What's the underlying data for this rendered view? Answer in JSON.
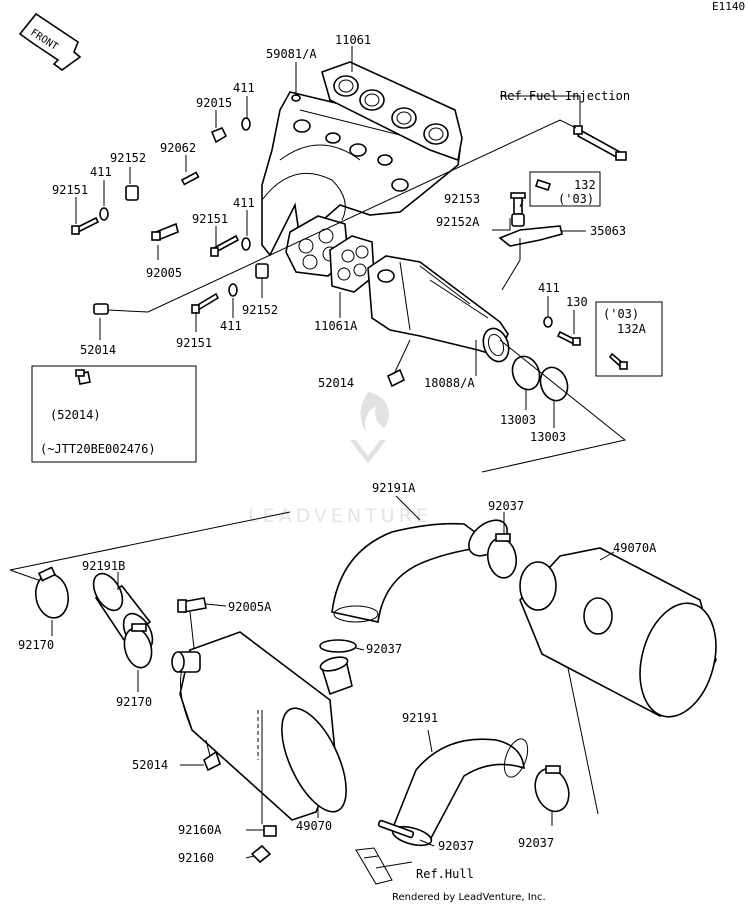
{
  "diagram_id": "E1140",
  "direction": "FRONT",
  "watermark": "LEADVENTURE",
  "footer": "Rendered by LeadVenture, Inc.",
  "refs": {
    "fuel_injection": "Ref.Fuel Injection",
    "hull": "Ref.Hull"
  },
  "inset": {
    "part": "(52014)",
    "note": "(~JTT20BE002476)"
  },
  "note_box": {
    "year": "('03)",
    "part": "132A"
  },
  "labels": {
    "p11061": "11061",
    "p59081a": "59081/A",
    "p411a": "411",
    "p92015": "92015",
    "p92062": "92062",
    "p92152a": "92152",
    "p411b": "411",
    "p92151a": "92151",
    "p411c": "411",
    "p92151b": "92151",
    "p92005": "92005",
    "p52014a": "52014",
    "p92151c": "92151",
    "p411d": "411",
    "p92152b": "92152",
    "p11061a": "11061A",
    "p92153": "92153",
    "p132": "132",
    "p03": "('03)",
    "p92152c": "92152A",
    "p35063": "35063",
    "p411e": "411",
    "p130": "130",
    "p52014b": "52014",
    "p18088": "18088/A",
    "p13003a": "13003",
    "p13003b": "13003",
    "p92191a": "92191A",
    "p92037a": "92037",
    "p49070a": "49070A",
    "p92191b": "92191B",
    "p92005a": "92005A",
    "p92170a": "92170",
    "p92170b": "92170",
    "p92037b": "92037",
    "p52014c": "52014",
    "p49070": "49070",
    "p92191": "92191",
    "p92160a": "92160A",
    "p92160": "92160",
    "p92037c": "92037",
    "p92037d": "92037"
  }
}
